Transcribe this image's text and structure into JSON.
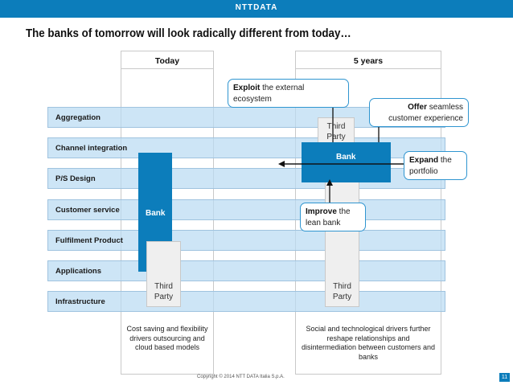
{
  "header": {
    "logo": "NTTDATA"
  },
  "title": "The banks of tomorrow will look radically different from today…",
  "columns": {
    "today": {
      "heading": "Today",
      "footer": "Cost saving and flexibility drivers outsourcing and cloud based models"
    },
    "future": {
      "heading": "5 years",
      "footer": "Social and technological drivers further reshape relationships and disintermediation between customers and banks"
    }
  },
  "layers": [
    "Aggregation",
    "Channel integration",
    "P/S Design",
    "Customer service",
    "Fulfilment Product",
    "Applications",
    "Infrastructure"
  ],
  "boxes": {
    "bank_today": "Bank",
    "third_party_today": "Third Party",
    "third_party_future_top": "Third Party",
    "bank_future": "Bank",
    "third_party_future_bottom": "Third Party"
  },
  "callouts": {
    "exploit": {
      "bold": "Exploit",
      "rest": " the external ecosystem"
    },
    "offer": {
      "bold": "Offer",
      "rest": " seamless customer experience"
    },
    "expand": {
      "bold": "Expand",
      "rest": " the portfolio"
    },
    "improve": {
      "bold": "Improve",
      "rest": " the lean bank"
    }
  },
  "footer": {
    "copyright": "Copyright © 2014 NTT DATA Italia S.p.A.",
    "page_number": "11"
  },
  "colors": {
    "brand_blue": "#0c7dbb",
    "band_fill": "#badbf2",
    "callout_border": "#2f95d0"
  }
}
